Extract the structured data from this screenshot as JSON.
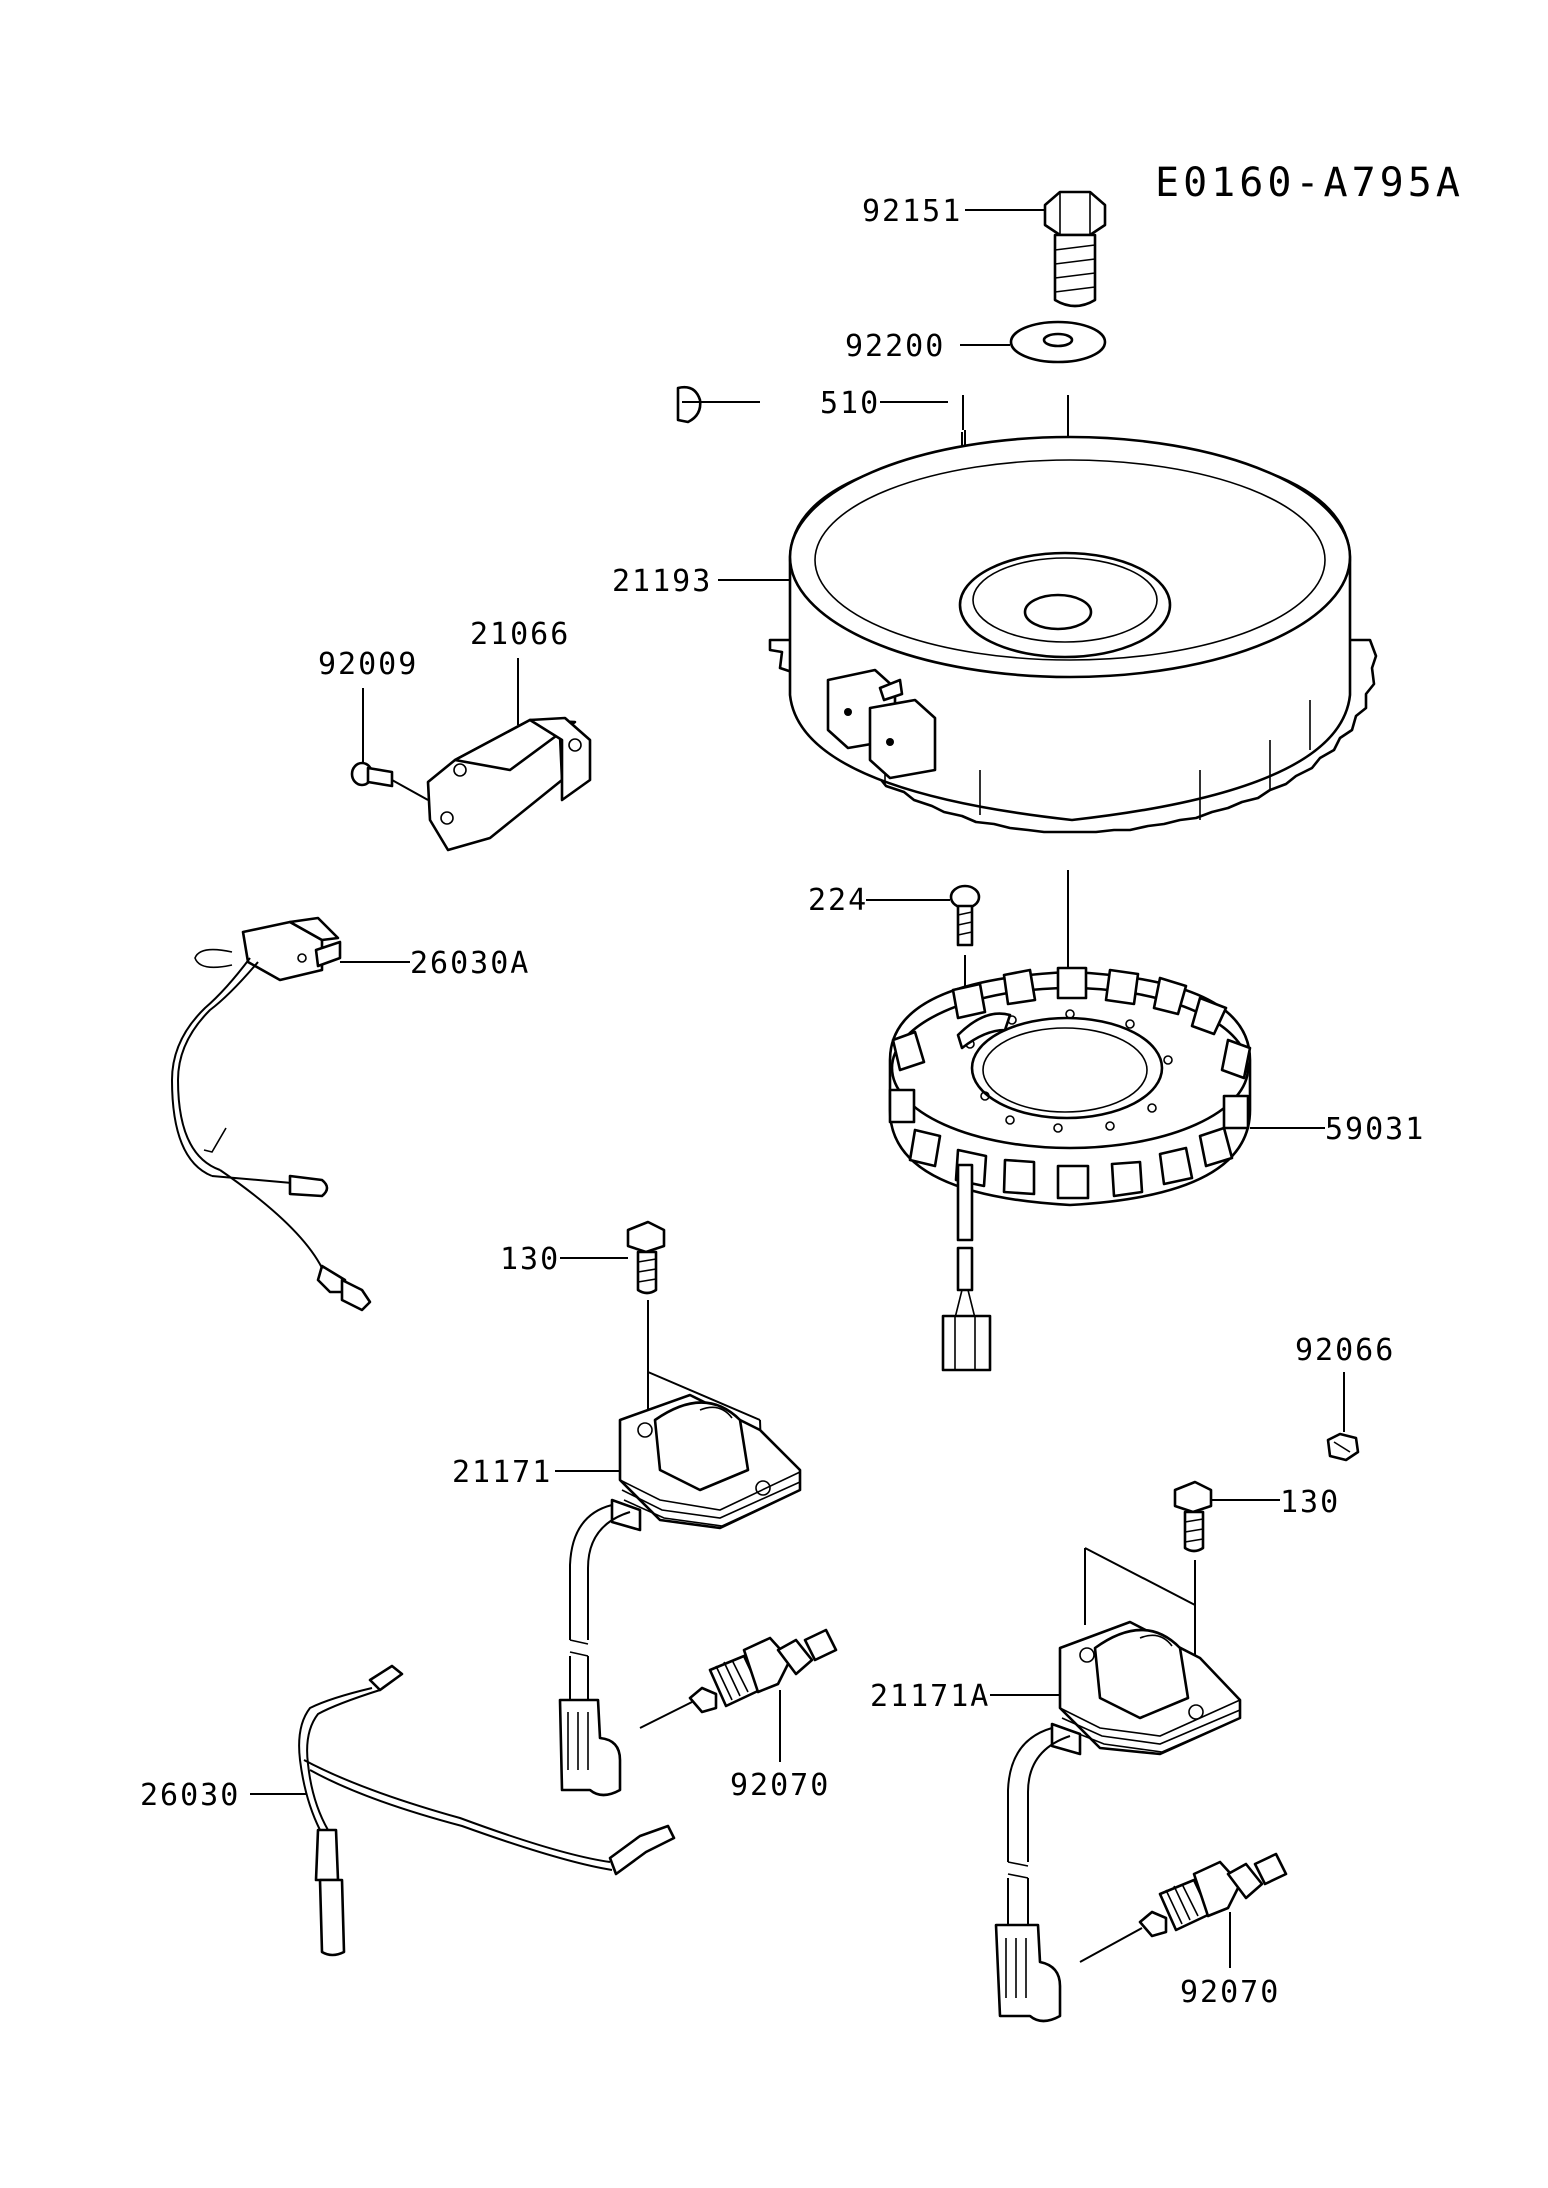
{
  "diagram_code": "E0160-A795A",
  "callouts": {
    "bolt_top": "92151",
    "washer": "92200",
    "key": "510",
    "flywheel": "21193",
    "regulator": "21066",
    "regulator_screw": "92009",
    "switch_harness": "26030A",
    "stator_bolt": "224",
    "stator": "59031",
    "coil_bolt_left": "130",
    "coil_left": "21171",
    "plug_nut": "92066",
    "coil_bolt_right": "130",
    "coil_right": "21171A",
    "spark_plug_left": "92070",
    "lead_wire": "26030",
    "spark_plug_right": "92070"
  }
}
